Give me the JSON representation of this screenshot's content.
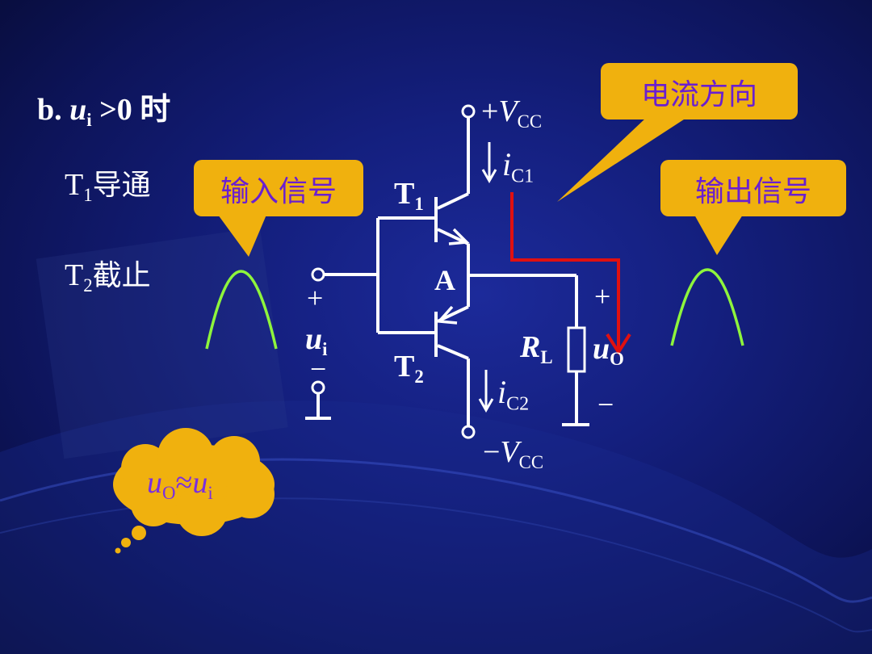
{
  "heading": {
    "prefix": "b.",
    "var": "u",
    "var_sub": "i",
    "rest": " >0 时"
  },
  "states": [
    {
      "name": "T",
      "sub": "1",
      "text": "导通"
    },
    {
      "name": "T",
      "sub": "2",
      "text": "截止"
    }
  ],
  "callouts": {
    "current_direction": "电流方向",
    "input_signal": "输入信号",
    "output_signal": "输出信号"
  },
  "circuit": {
    "vcc_pos": {
      "sign": "+",
      "var": "V",
      "sub": "CC"
    },
    "vcc_neg": {
      "sign": "−",
      "var": "V",
      "sub": "CC"
    },
    "ic1": {
      "var": "i",
      "sub": "C1"
    },
    "ic2": {
      "var": "i",
      "sub": "C2"
    },
    "t1": {
      "name": "T",
      "sub": "1"
    },
    "t2": {
      "name": "T",
      "sub": "2"
    },
    "node_a": "A",
    "input": {
      "plus": "+",
      "var": "u",
      "sub": "i",
      "minus": "−"
    },
    "load": {
      "var": "R",
      "sub": "L"
    },
    "output": {
      "plus": "+",
      "var": "u",
      "sub": "O",
      "minus": "−"
    }
  },
  "cloud": {
    "lhs": "u",
    "lhs_sub": "O",
    "op": "≈",
    "rhs": "u",
    "rhs_sub": "i"
  },
  "colors": {
    "background": "#141f7e",
    "callout_fill": "#f0b10e",
    "callout_text": "#6a1fd0",
    "current_arrow": "#e01010",
    "signal_wave": "#8ef53c",
    "wire": "#ffffff"
  }
}
